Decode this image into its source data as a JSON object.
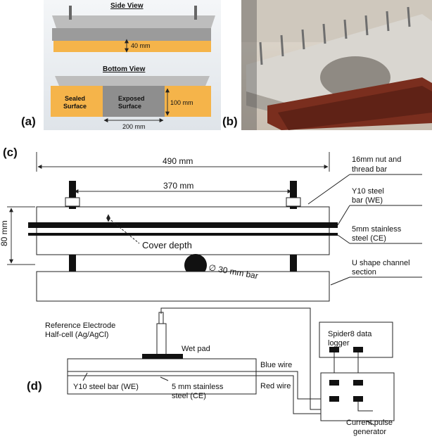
{
  "panel_a": {
    "label": "(a)",
    "side_view_title": "Side View",
    "bottom_view_title": "Bottom View",
    "dim_40": "40 mm",
    "dim_100": "100 mm",
    "dim_200": "200 mm",
    "sealed_1": "Sealed",
    "sealed_2": "Surface",
    "exposed_1": "Exposed",
    "exposed_2": "Surface"
  },
  "panel_b": {
    "label": "(b)"
  },
  "panel_c": {
    "label": "(c)",
    "dim_490": "490 mm",
    "dim_370": "370 mm",
    "dim_80": "80 mm",
    "cover_depth": "Cover depth",
    "bar_30": "∅ 30 mm bar",
    "nut_1": "16mm nut and",
    "nut_2": "thread bar",
    "y10_1": "Y10 steel",
    "y10_2": "bar (WE)",
    "ss_1": "5mm stainless",
    "ss_2": "steel (CE)",
    "u_1": "U shape channel",
    "u_2": "section"
  },
  "panel_d": {
    "label": "(d)",
    "ref_1": "Reference Electrode",
    "ref_2": "Half-cell (Ag/AgCl)",
    "wet_pad": "Wet pad",
    "spider_1": "Spider8 data",
    "spider_2": "logger",
    "blue_wire": "Blue wire",
    "red_wire": "Red wire",
    "y10": "Y10 steel bar (WE)",
    "ss_1": "5 mm stainless",
    "ss_2": "steel (CE)",
    "pulse_1": "Current pulse",
    "pulse_2": "generator"
  },
  "colors": {
    "concrete_grey": "#8e8e8e",
    "sealed_orange": "#f5b44a",
    "rust": "#7a2e1e"
  }
}
